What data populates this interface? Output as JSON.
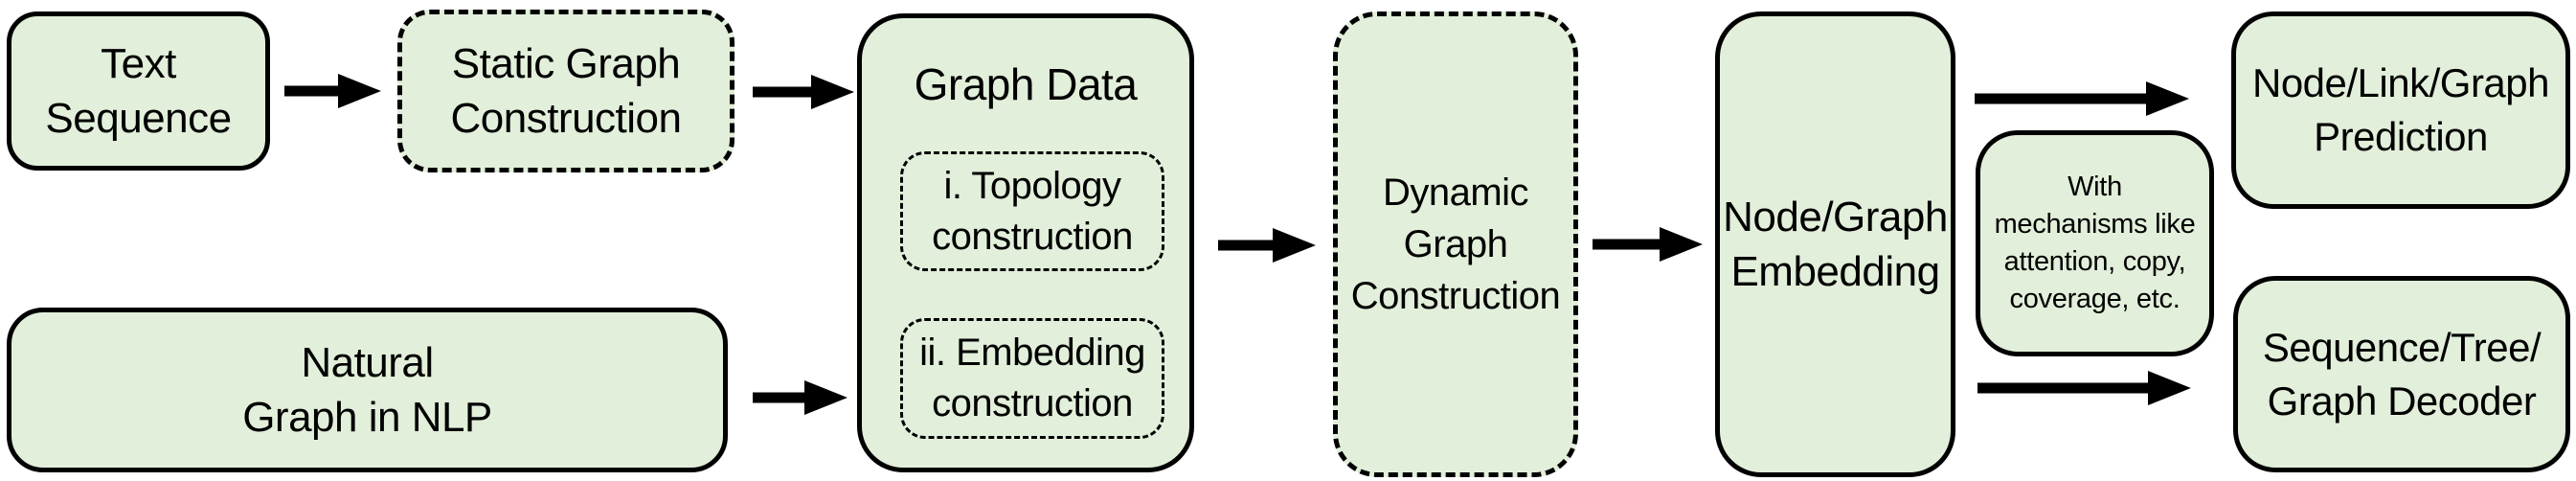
{
  "colors": {
    "box_fill": "#e2efda",
    "border": "#000000",
    "arrow": "#000000",
    "text": "#000000",
    "background": "#ffffff"
  },
  "nodes": {
    "text_sequence": {
      "border_style": "solid",
      "lines": [
        "Text",
        "Sequence"
      ]
    },
    "static_graph_construction": {
      "border_style": "dashed",
      "lines": [
        "Static Graph",
        "Construction"
      ]
    },
    "graph_data": {
      "border_style": "solid",
      "title": "Graph Data",
      "topology": {
        "border_style": "dotted",
        "lines": [
          "i. Topology",
          "construction"
        ]
      },
      "embedding": {
        "border_style": "dotted",
        "lines": [
          "ii. Embedding",
          "construction"
        ]
      }
    },
    "natural_graph_in_nlp": {
      "border_style": "solid",
      "lines": [
        "Natural",
        "Graph in NLP"
      ]
    },
    "dynamic_graph_construction": {
      "border_style": "dashed",
      "lines": [
        "Dynamic",
        "Graph",
        "Construction"
      ]
    },
    "node_graph_embedding": {
      "border_style": "solid",
      "lines": [
        "Node/Graph",
        "Embedding"
      ]
    },
    "with_mechanisms": {
      "border_style": "solid",
      "lines": [
        "With",
        "mechanisms like",
        "attention, copy,",
        "coverage, etc."
      ]
    },
    "node_link_graph_prediction": {
      "border_style": "solid",
      "lines": [
        "Node/Link/Graph",
        "Prediction"
      ]
    },
    "sequence_tree_graph_decoder": {
      "border_style": "solid",
      "lines": [
        "Sequence/Tree/",
        "Graph Decoder"
      ]
    }
  },
  "edges": [
    {
      "from": "text_sequence",
      "to": "static_graph_construction"
    },
    {
      "from": "static_graph_construction",
      "to": "graph_data"
    },
    {
      "from": "natural_graph_in_nlp",
      "to": "graph_data"
    },
    {
      "from": "graph_data",
      "to": "dynamic_graph_construction"
    },
    {
      "from": "dynamic_graph_construction",
      "to": "node_graph_embedding"
    },
    {
      "from": "node_graph_embedding",
      "to": "node_link_graph_prediction"
    },
    {
      "from": "node_graph_embedding",
      "to": "sequence_tree_graph_decoder"
    }
  ]
}
